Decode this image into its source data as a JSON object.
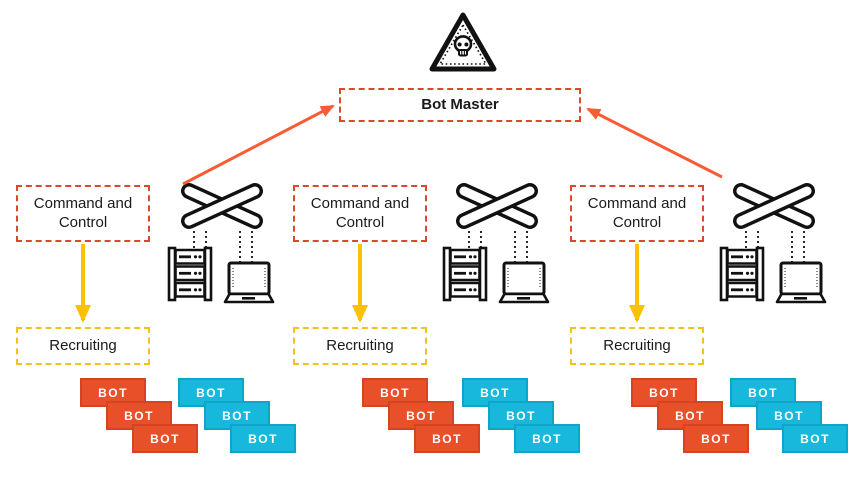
{
  "hazard": {
    "icon": "skull-warning-icon"
  },
  "bot_master": {
    "label": "Bot Master"
  },
  "columns": [
    {
      "command_control_label": "Command and Control",
      "recruiting_label": "Recruiting"
    },
    {
      "command_control_label": "Command and Control",
      "recruiting_label": "Recruiting"
    },
    {
      "command_control_label": "Command and Control",
      "recruiting_label": "Recruiting"
    }
  ],
  "bots": {
    "label": "BOT",
    "orange_per_cluster": 3,
    "cyan_per_cluster": 3,
    "clusters": 3
  },
  "icons": {
    "switch": "network-switch-icon",
    "server": "server-rack-icon",
    "laptop": "laptop-icon"
  },
  "colors": {
    "red_dash_border": "#d9492c",
    "orange_arrow": "#f85c35",
    "yellow_arrow": "#fbc102",
    "yellow_dash_border": "#f2c31e",
    "bot_orange": "#e8502a",
    "bot_cyan": "#17b8dc",
    "line_black": "#111111"
  }
}
